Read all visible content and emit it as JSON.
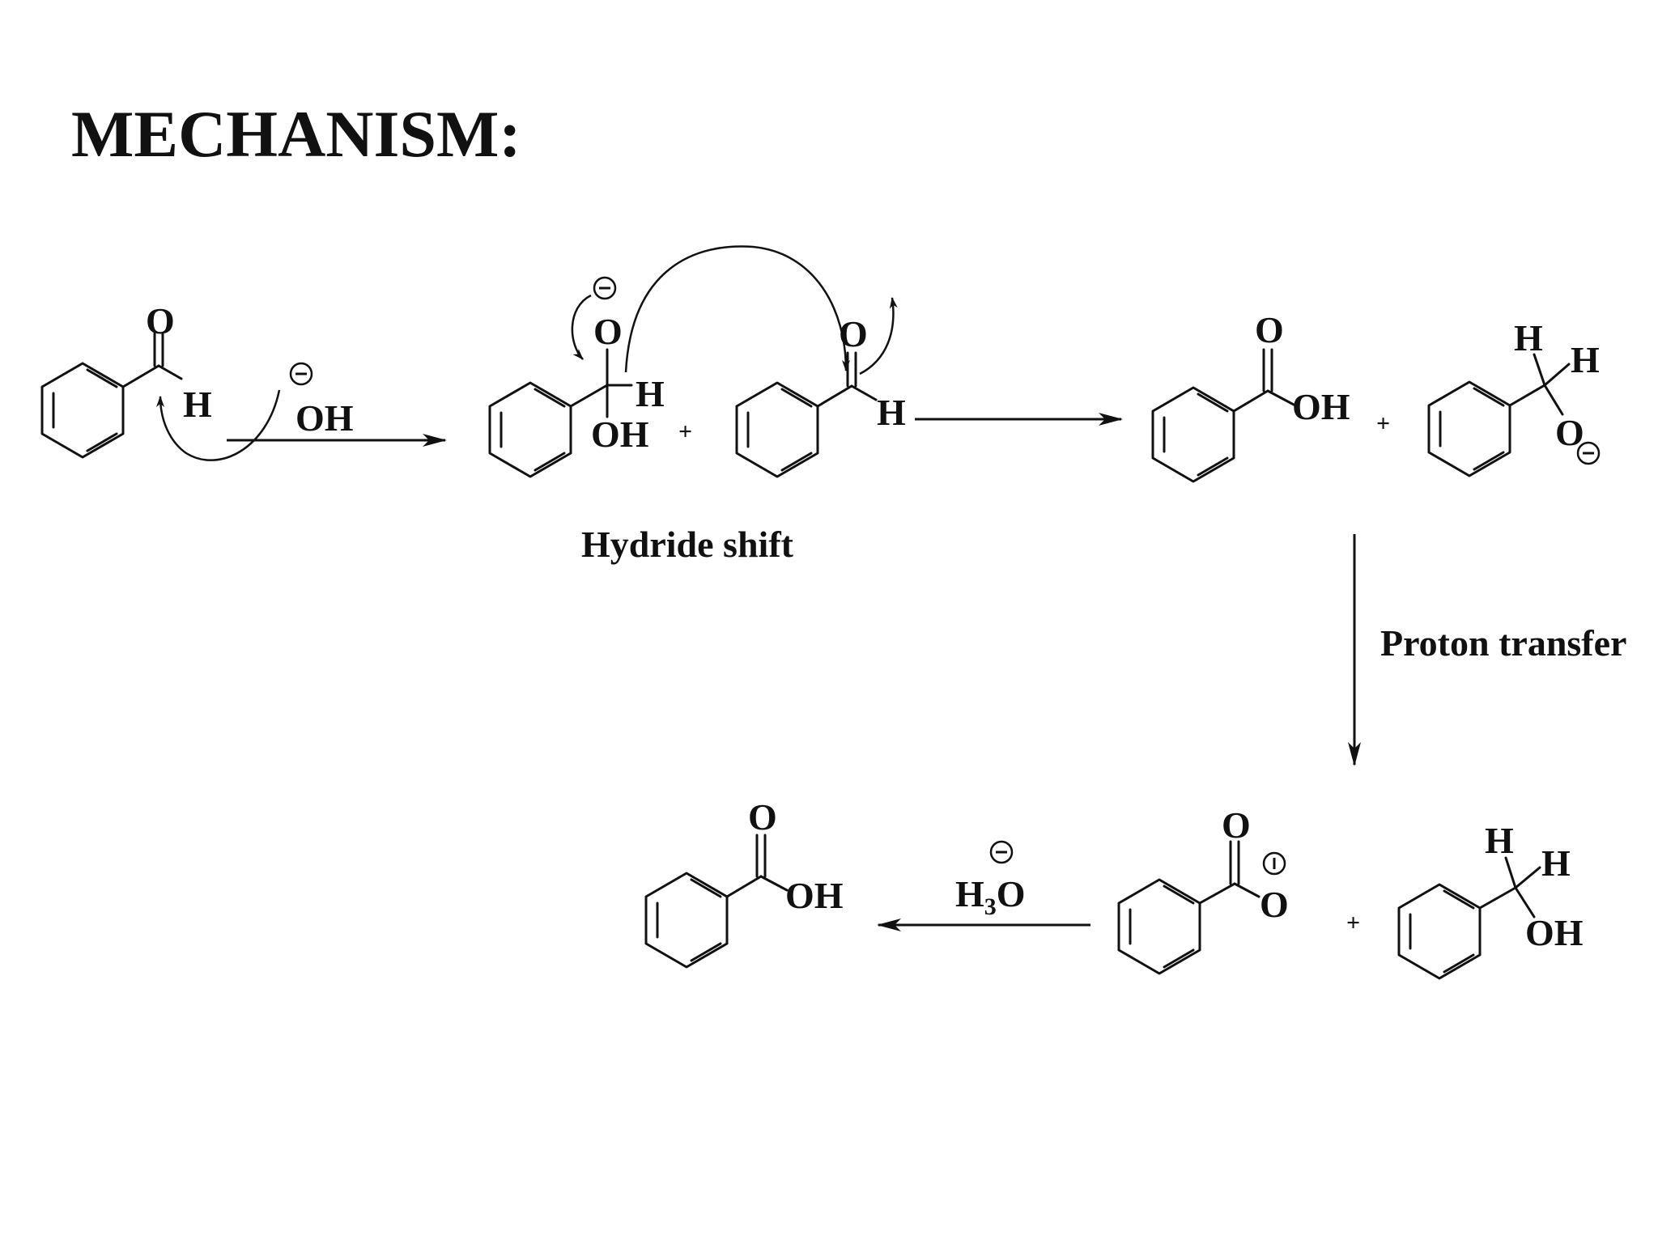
{
  "title": "MECHANISM:",
  "labels": {
    "hydride_shift": "Hydride shift",
    "proton_transfer": "Proton transfer",
    "plus": "+"
  },
  "reagents": {
    "hydroxide": "OH",
    "hydronium_h": "H",
    "hydronium_sub": "3",
    "hydronium_o": "O"
  },
  "atoms": {
    "O": "O",
    "H": "H",
    "OH": "OH"
  },
  "charges": {
    "negative": "−"
  }
}
